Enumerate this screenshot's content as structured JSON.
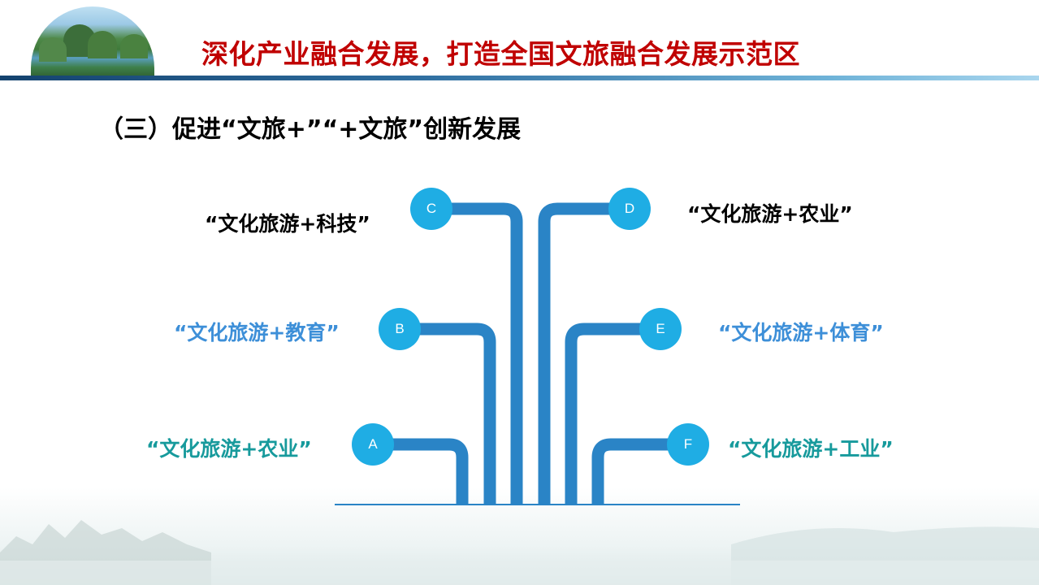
{
  "header": {
    "title": "深化产业融合发展，打造全国文旅融合发展示范区"
  },
  "section": {
    "subtitle": "（三）促进“文旅+”“+文旅”创新发展"
  },
  "diagram": {
    "nodes": [
      {
        "id": "A",
        "label": "“文化旅游+农业”"
      },
      {
        "id": "B",
        "label": "“文化旅游+教育”"
      },
      {
        "id": "C",
        "label": "“文化旅游+科技”"
      },
      {
        "id": "D",
        "label": "“文化旅游+农业”"
      },
      {
        "id": "E",
        "label": "“文化旅游+体育”"
      },
      {
        "id": "F",
        "label": "“文化旅游+工业”"
      }
    ],
    "colors": {
      "node": "#1fade4",
      "line": "#2a84c6",
      "teal": "#179a9c",
      "blue": "#3d8fd8"
    }
  }
}
